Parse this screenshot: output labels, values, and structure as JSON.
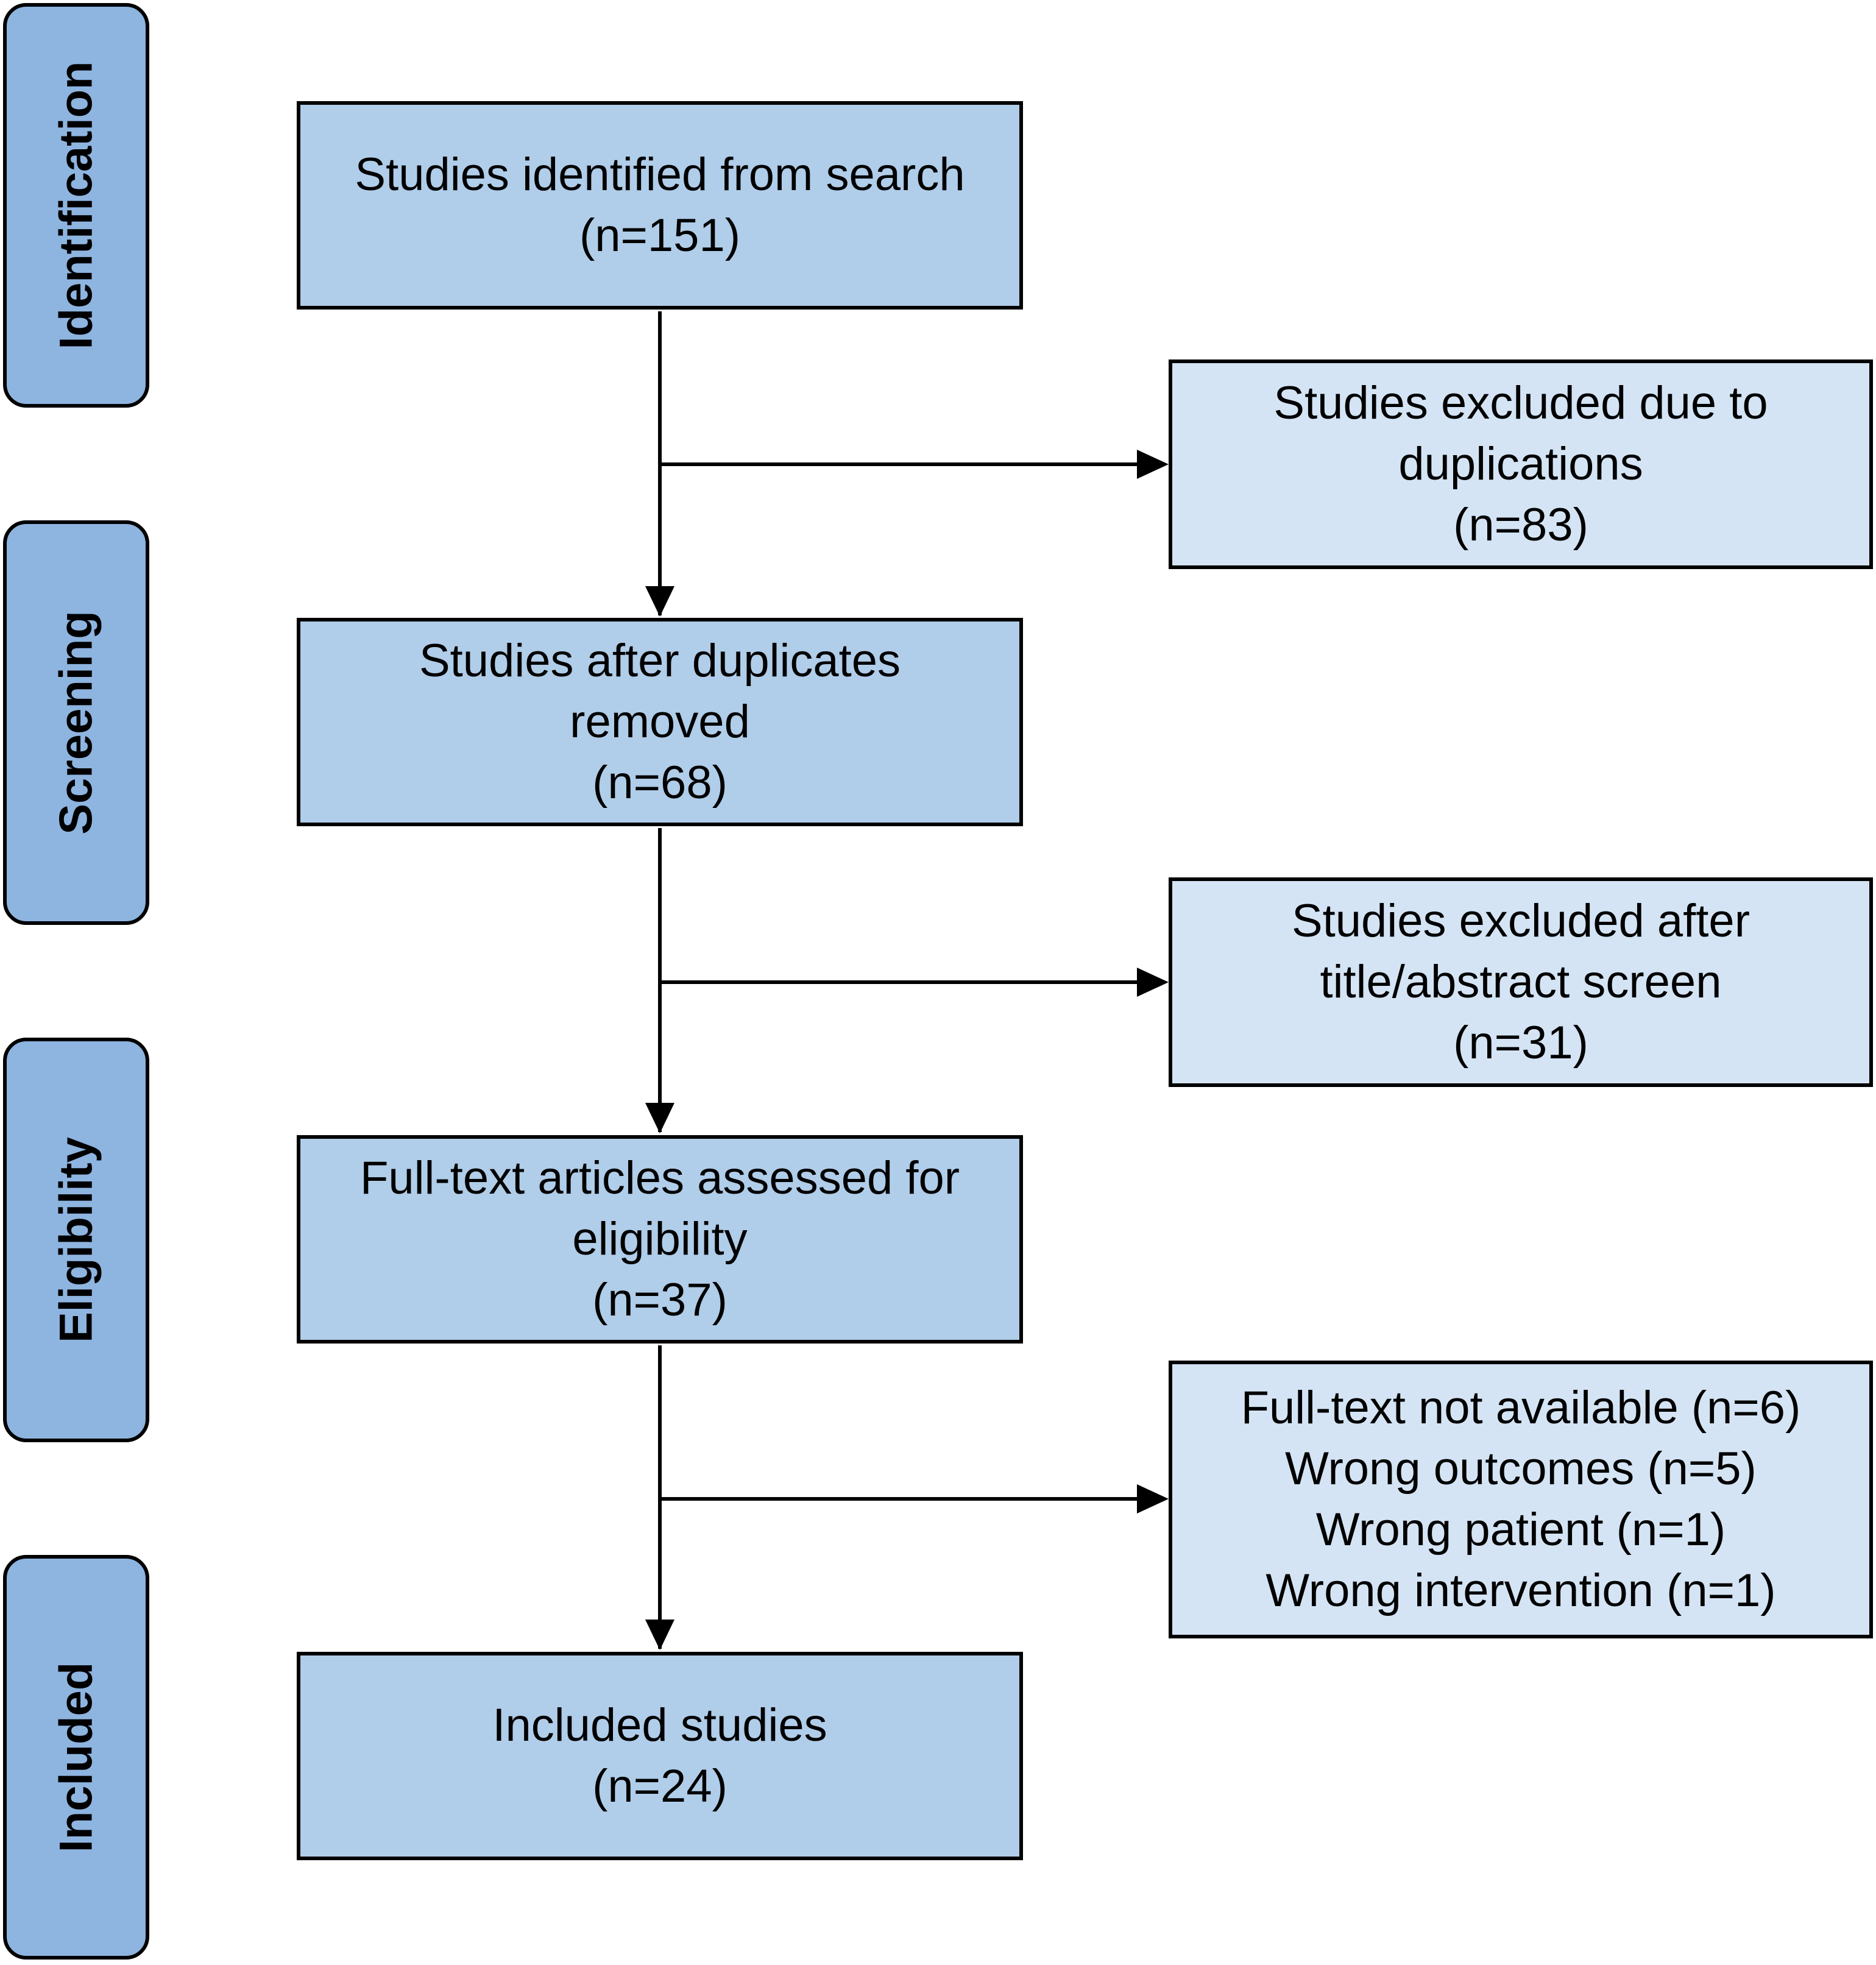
{
  "colors": {
    "stage_fill": "#8eb4e0",
    "main_box_fill": "#b0cde9",
    "exclusion_box_fill": "#d4e4f4",
    "stroke": "#000000"
  },
  "stages": [
    {
      "label": "Identification"
    },
    {
      "label": "Screening"
    },
    {
      "label": "Eligibility"
    },
    {
      "label": "Included"
    }
  ],
  "flow_boxes": [
    {
      "lines": [
        "Studies identified from search",
        "(n=151)"
      ]
    },
    {
      "lines": [
        "Studies after duplicates",
        "removed",
        "(n=68)"
      ]
    },
    {
      "lines": [
        "Full-text articles assessed for",
        "eligibility",
        "(n=37)"
      ]
    },
    {
      "lines": [
        "Included studies",
        "(n=24)"
      ]
    }
  ],
  "exclusion_boxes": [
    {
      "lines": [
        "Studies excluded due to",
        "duplications",
        "(n=83)"
      ]
    },
    {
      "lines": [
        "Studies excluded after",
        "title/abstract screen",
        "(n=31)"
      ]
    },
    {
      "lines": [
        "Full-text not available (n=6)",
        "Wrong outcomes (n=5)",
        "Wrong patient (n=1)",
        "Wrong intervention (n=1)"
      ]
    }
  ]
}
